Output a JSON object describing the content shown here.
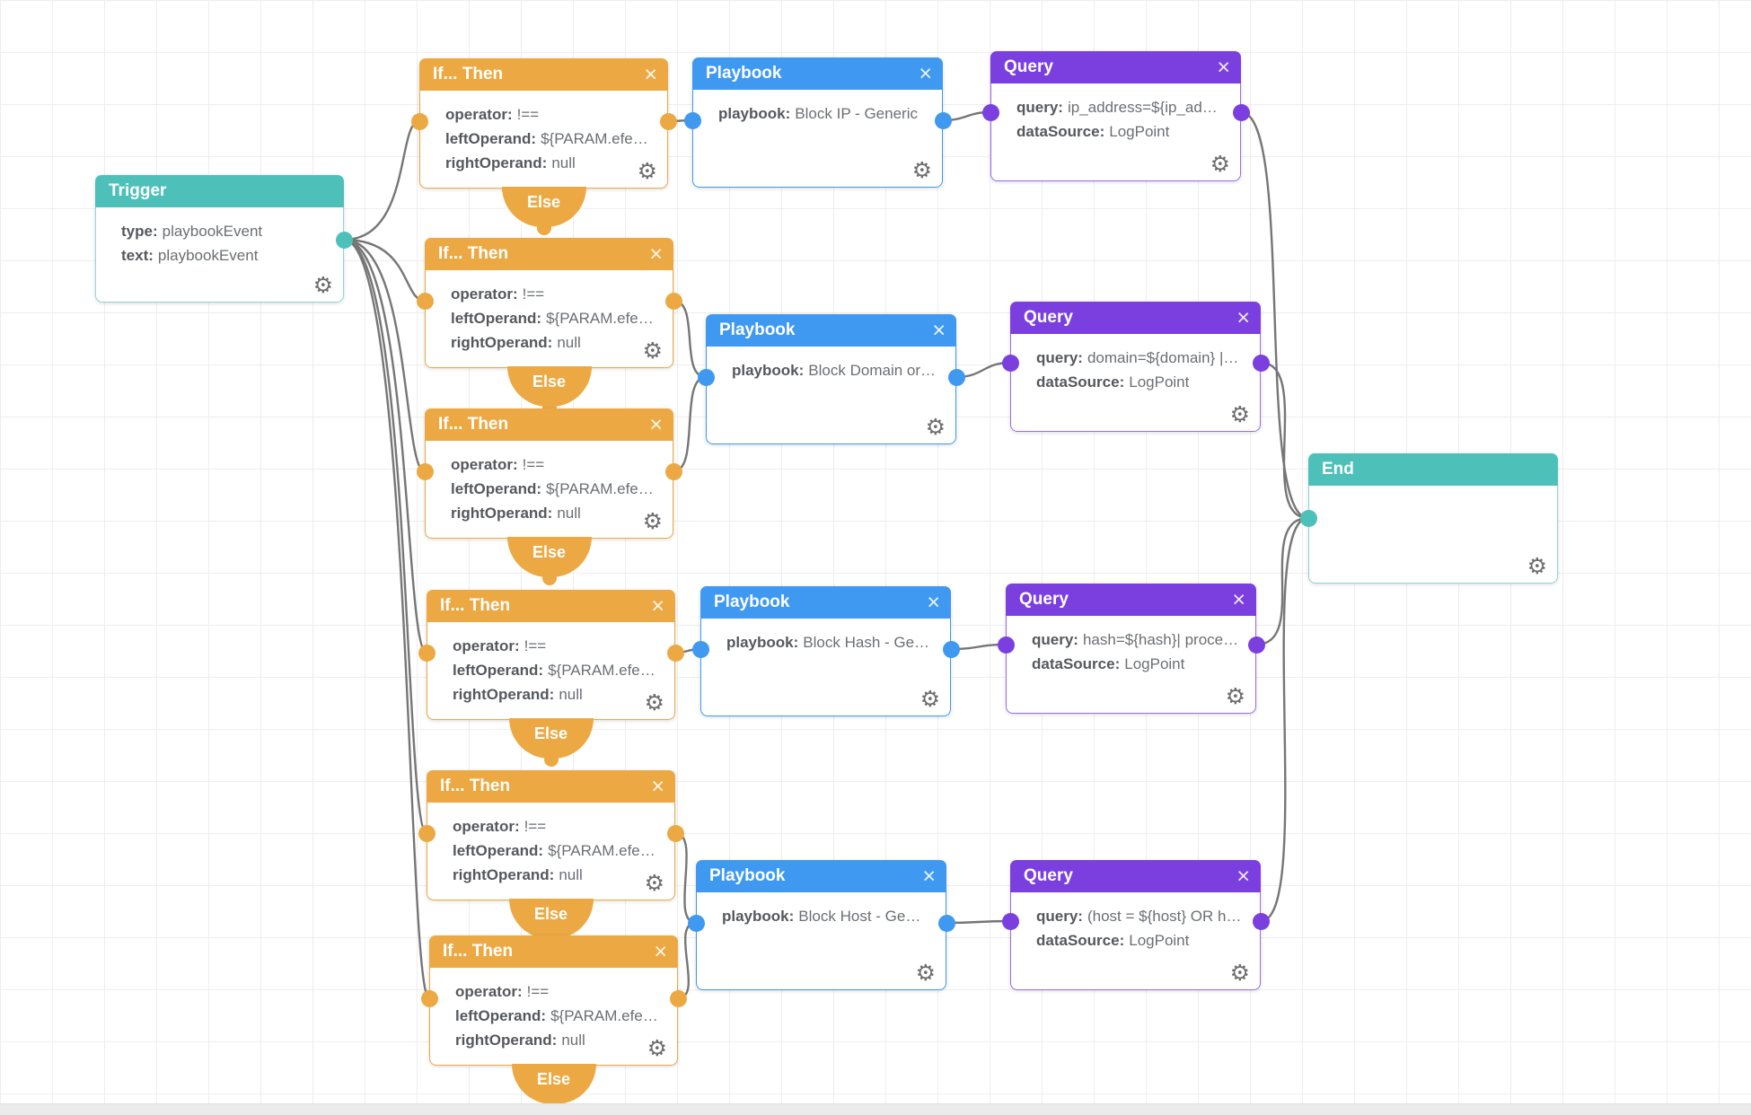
{
  "app": {
    "view": "playbook-editor-canvas"
  },
  "colors": {
    "trigger_accent": "#4ec0ba",
    "condition_accent": "#eca943",
    "playbook_accent": "#3f99f1",
    "query_accent": "#7b3fe0",
    "edge": "#767676",
    "grid_line": "#eeeeee",
    "canvas_bg": "#ffffff"
  },
  "icons": {
    "close": "×",
    "gear": "⚙"
  },
  "nodes": {
    "trigger": {
      "title": "Trigger",
      "fields": [
        {
          "label": "type:",
          "value": "playbookEvent"
        },
        {
          "label": "text:",
          "value": "playbookEvent"
        }
      ]
    },
    "if_then": {
      "title": "If... Then",
      "fields": [
        {
          "label": "operator:",
          "value": "!=="
        },
        {
          "label": "leftOperand:",
          "value": "${PARAM.efe…"
        },
        {
          "label": "rightOperand:",
          "value": "null"
        }
      ],
      "else_label": "Else"
    },
    "playbook_ip": {
      "title": "Playbook",
      "fields": [
        {
          "label": "playbook:",
          "value": "Block IP - Generic"
        }
      ]
    },
    "playbook_domain": {
      "title": "Playbook",
      "fields": [
        {
          "label": "playbook:",
          "value": "Block Domain or…"
        }
      ]
    },
    "playbook_hash": {
      "title": "Playbook",
      "fields": [
        {
          "label": "playbook:",
          "value": "Block Hash - Ge…"
        }
      ]
    },
    "playbook_host": {
      "title": "Playbook",
      "fields": [
        {
          "label": "playbook:",
          "value": "Block Host - Ge…"
        }
      ]
    },
    "query_ip": {
      "title": "Query",
      "fields": [
        {
          "label": "query:",
          "value": "ip_address=${ip_ad…"
        },
        {
          "label": "dataSource:",
          "value": "LogPoint"
        }
      ]
    },
    "query_domain": {
      "title": "Query",
      "fields": [
        {
          "label": "query:",
          "value": "domain=${domain} |…"
        },
        {
          "label": "dataSource:",
          "value": "LogPoint"
        }
      ]
    },
    "query_hash": {
      "title": "Query",
      "fields": [
        {
          "label": "query:",
          "value": "hash=${hash}| proce…"
        },
        {
          "label": "dataSource:",
          "value": "LogPoint"
        }
      ]
    },
    "query_host": {
      "title": "Query",
      "fields": [
        {
          "label": "query:",
          "value": "(host = ${host} OR h…"
        },
        {
          "label": "dataSource:",
          "value": "LogPoint"
        }
      ]
    },
    "end": {
      "title": "End"
    }
  },
  "connections": [
    "trigger>if1",
    "trigger>if2",
    "trigger>if3",
    "trigger>if4",
    "trigger>if5",
    "trigger>if6",
    "if1>playbook_ip",
    "playbook_ip>query_ip",
    "query_ip>end",
    "if2>playbook_domain",
    "if3>playbook_domain",
    "playbook_domain>query_domain",
    "query_domain>end",
    "if4>playbook_hash",
    "playbook_hash>query_hash",
    "query_hash>end",
    "if5>playbook_host",
    "if6>playbook_host",
    "playbook_host>query_host",
    "query_host>end"
  ]
}
